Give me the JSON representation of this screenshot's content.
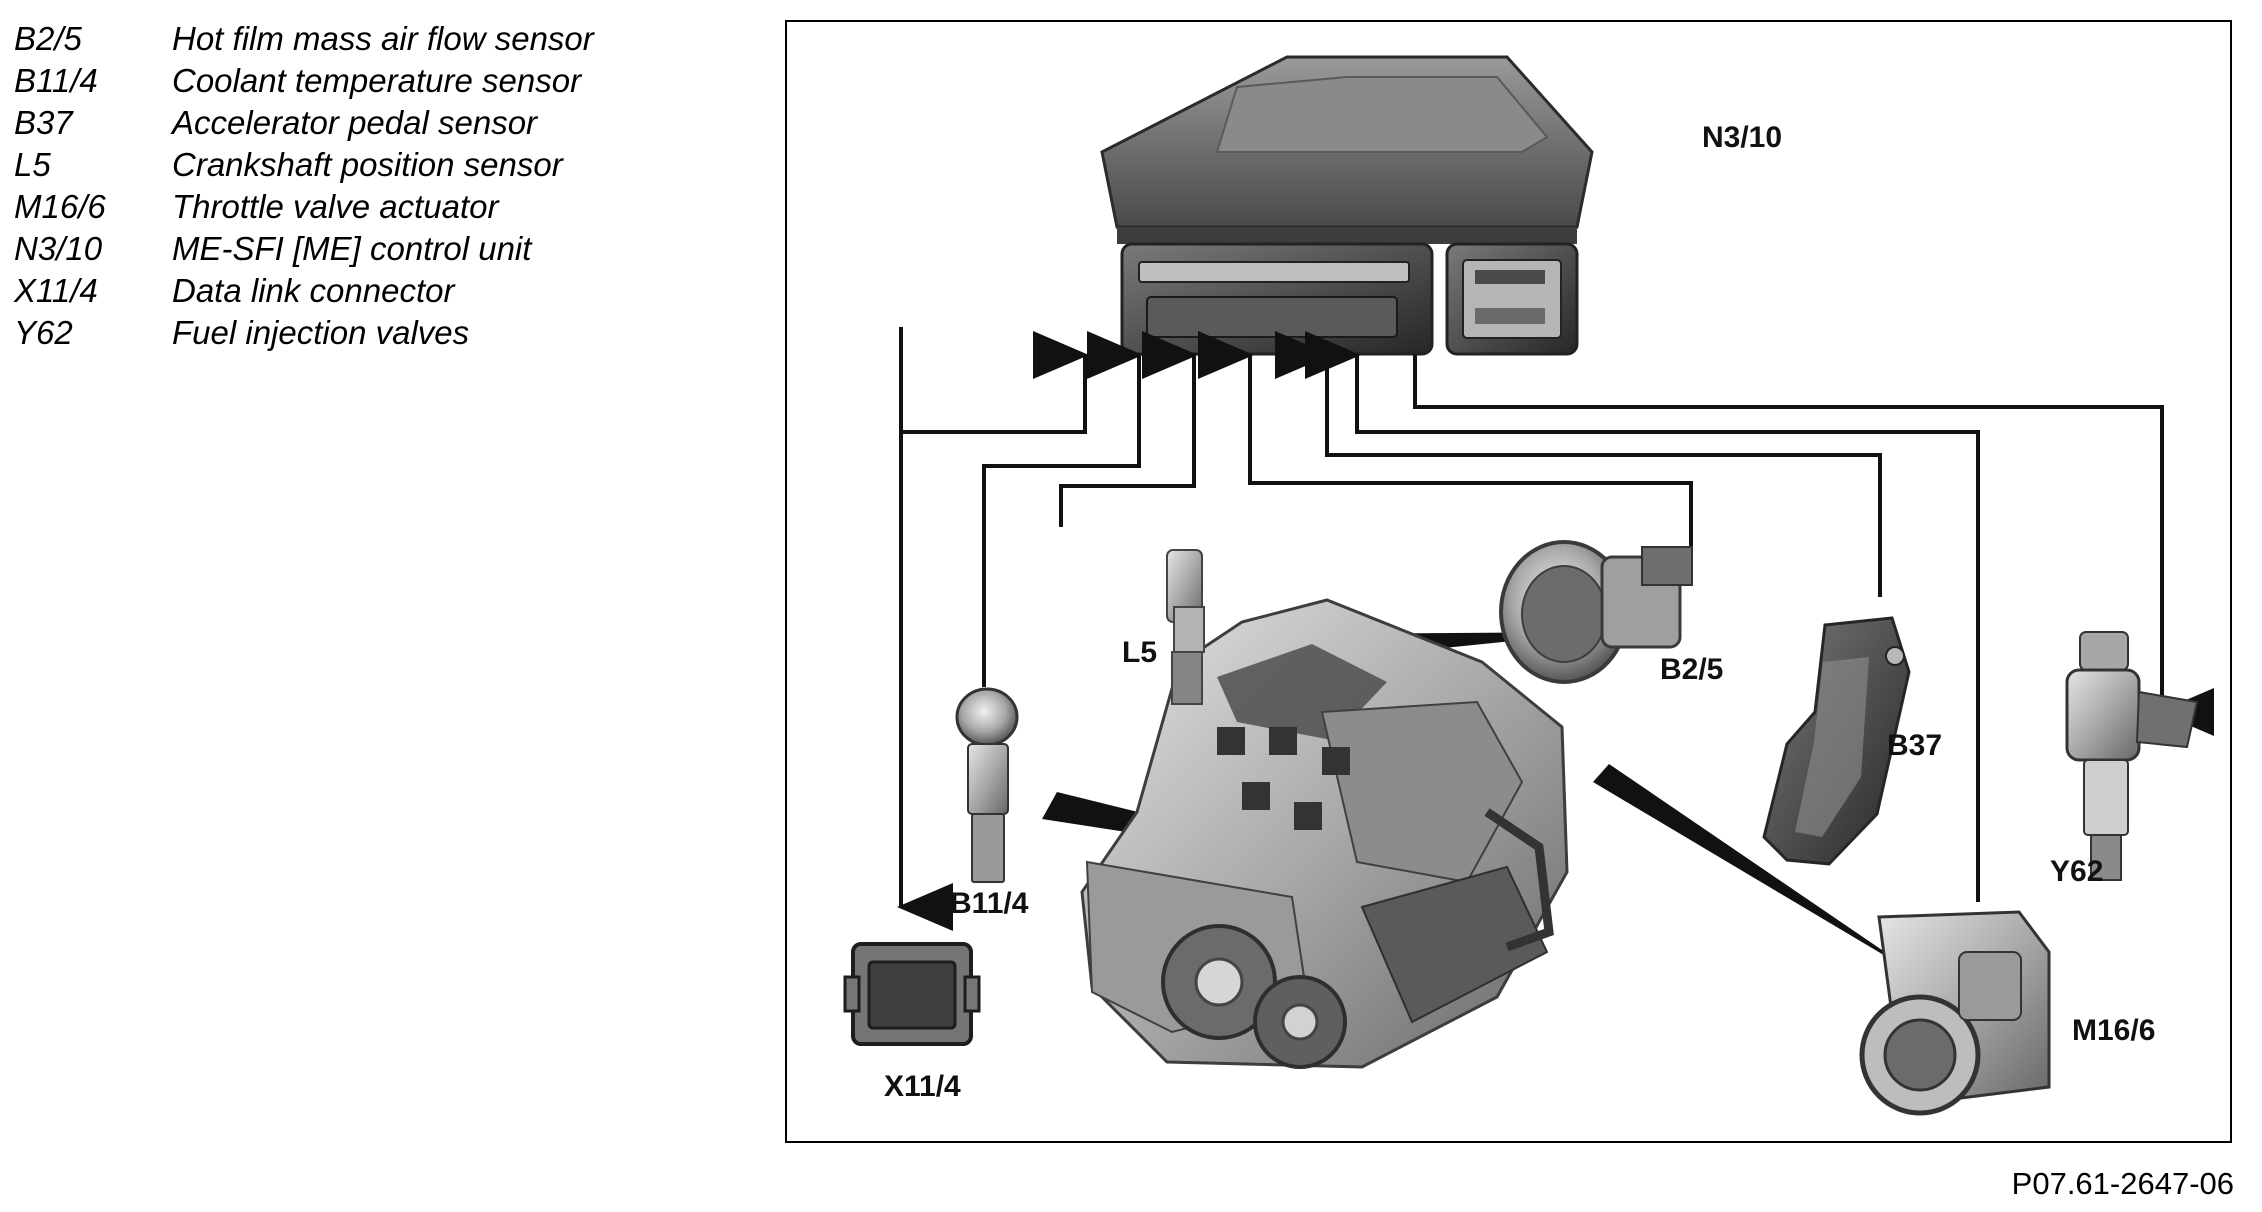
{
  "legend": [
    {
      "code": "B2/5",
      "description": "Hot film mass air flow sensor"
    },
    {
      "code": "B11/4",
      "description": "Coolant temperature sensor"
    },
    {
      "code": "B37",
      "description": "Accelerator pedal sensor"
    },
    {
      "code": "L5",
      "description": "Crankshaft position sensor"
    },
    {
      "code": "M16/6",
      "description": "Throttle valve actuator"
    },
    {
      "code": "N3/10",
      "description": "ME-SFI [ME] control unit"
    },
    {
      "code": "X11/4",
      "description": "Data link connector"
    },
    {
      "code": "Y62",
      "description": "Fuel injection valves"
    }
  ],
  "callouts": {
    "control_unit": "N3/10",
    "crankshaft_sensor": "L5",
    "maf_sensor": "B2/5",
    "pedal_sensor": "B37",
    "injection_valve": "Y62",
    "coolant_sensor": "B11/4",
    "data_link_connector": "X11/4",
    "throttle_actuator": "M16/6"
  },
  "figure_code": "P07.61-2647-06",
  "colors": {
    "line": "#111111",
    "component_dark": "#3a3a3a",
    "component_mid": "#7a7a7a",
    "component_light": "#c8c8c8"
  }
}
